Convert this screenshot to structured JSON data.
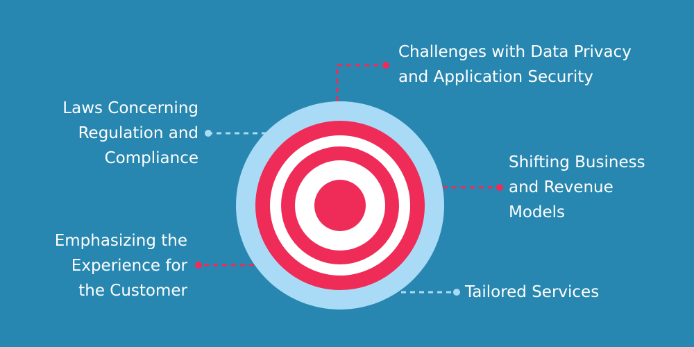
{
  "colors": {
    "background": "#2887B0",
    "ring_outer": "#A9DBF7",
    "ring_red": "#EF2B58",
    "ring_white": "#FFFFFF",
    "connector_red": "#EF2B58",
    "connector_blue": "#A9DBF7",
    "text": "#FFFFFF"
  },
  "icons": {
    "target": "bullseye-target-icon"
  },
  "labels": {
    "challenges": {
      "line1": "Challenges with Data Privacy",
      "line2": "and Application Security",
      "connector_color": "red"
    },
    "laws": {
      "line1": "Laws Concerning",
      "line2": "Regulation and",
      "line3": "Compliance",
      "connector_color": "blue"
    },
    "shifting": {
      "line1": "Shifting Business",
      "line2": "and Revenue",
      "line3": "Models",
      "connector_color": "red"
    },
    "emphasizing": {
      "line1": "Emphasizing the",
      "line2": "Experience for",
      "line3": "the Customer",
      "connector_color": "red"
    },
    "tailored": {
      "line1": "Tailored Services",
      "connector_color": "blue"
    }
  }
}
